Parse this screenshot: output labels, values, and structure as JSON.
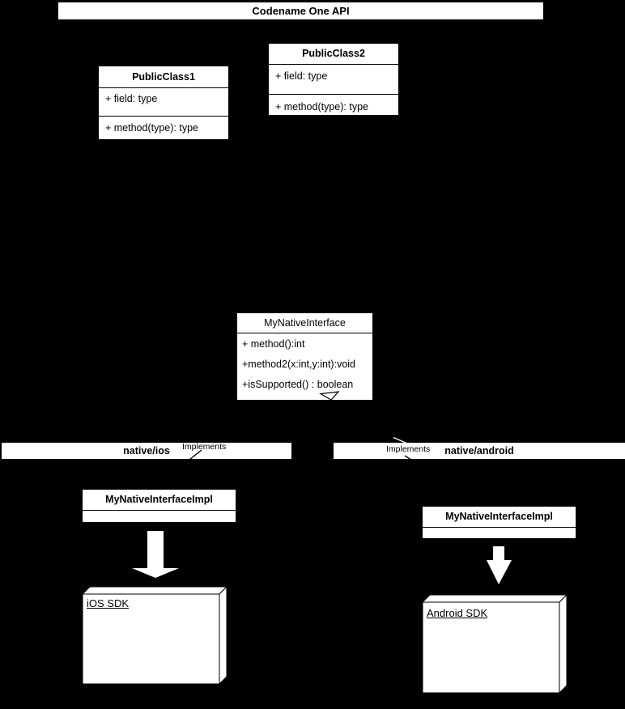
{
  "diagram": {
    "api_header": {
      "title": "Codename One API"
    },
    "classes": [
      {
        "name": "PublicClass1",
        "members": [
          "+ field: type",
          "+ method(type): type"
        ]
      },
      {
        "name": "PublicClass2",
        "members": [
          "+ field: type",
          "+ method(type): type"
        ]
      }
    ],
    "interface": {
      "name": "MyNativeInterface",
      "methods": [
        "+ method():int",
        "+method2(x:int,y:int):void",
        "+isSupported() : boolean"
      ]
    },
    "sections": [
      {
        "name": "native/ios",
        "relation": "Implements"
      },
      {
        "name": "native/android",
        "relation": "Implements"
      }
    ],
    "implementations": [
      {
        "name": "MyNativeInterfaceImpl"
      },
      {
        "name": "MyNativeInterfaceImpl"
      }
    ],
    "sdk_nodes": [
      {
        "label": "iOS SDK"
      },
      {
        "label": "Android SDK"
      }
    ],
    "colors": {
      "background": "#000000",
      "box_fill": "#ffffff",
      "line": "#000000"
    }
  }
}
